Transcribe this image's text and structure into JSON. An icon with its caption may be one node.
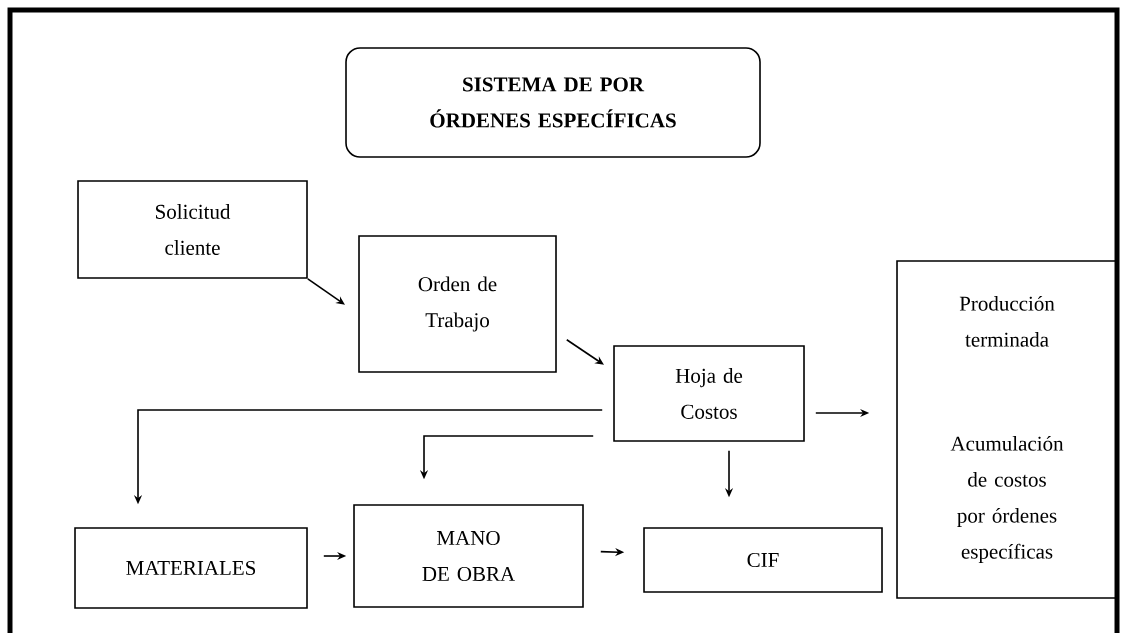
{
  "diagram": {
    "title": "SISTEMA DE POR ÓRDENES ESPECÍFICAS",
    "nodes": [
      {
        "text": [
          "Solicitud cliente"
        ]
      },
      {
        "text": [
          "Orden de Trabajo"
        ]
      },
      {
        "text": [
          "Hoja de Costos"
        ]
      },
      {
        "text": [
          "Producción terminada",
          "Acumulación de costos por órdenes específicas"
        ]
      },
      {
        "text": [
          "MATERIALES"
        ]
      },
      {
        "text": [
          "MANO DE OBRA"
        ]
      },
      {
        "text": [
          "CIF"
        ]
      }
    ],
    "edges": [
      {
        "from": 0,
        "to": 1,
        "arrow": "to"
      },
      {
        "from": 1,
        "to": 2,
        "arrow": "to"
      },
      {
        "from": 2,
        "to": 3,
        "arrow": "to"
      },
      {
        "from": 2,
        "to": 4,
        "arrow": "to"
      },
      {
        "from": 2,
        "to": 5,
        "arrow": "to"
      },
      {
        "from": 2,
        "to": 6,
        "arrow": "to"
      },
      {
        "from": 4,
        "to": 5,
        "arrow": "to"
      },
      {
        "from": 5,
        "to": 6,
        "arrow": "to"
      }
    ]
  }
}
